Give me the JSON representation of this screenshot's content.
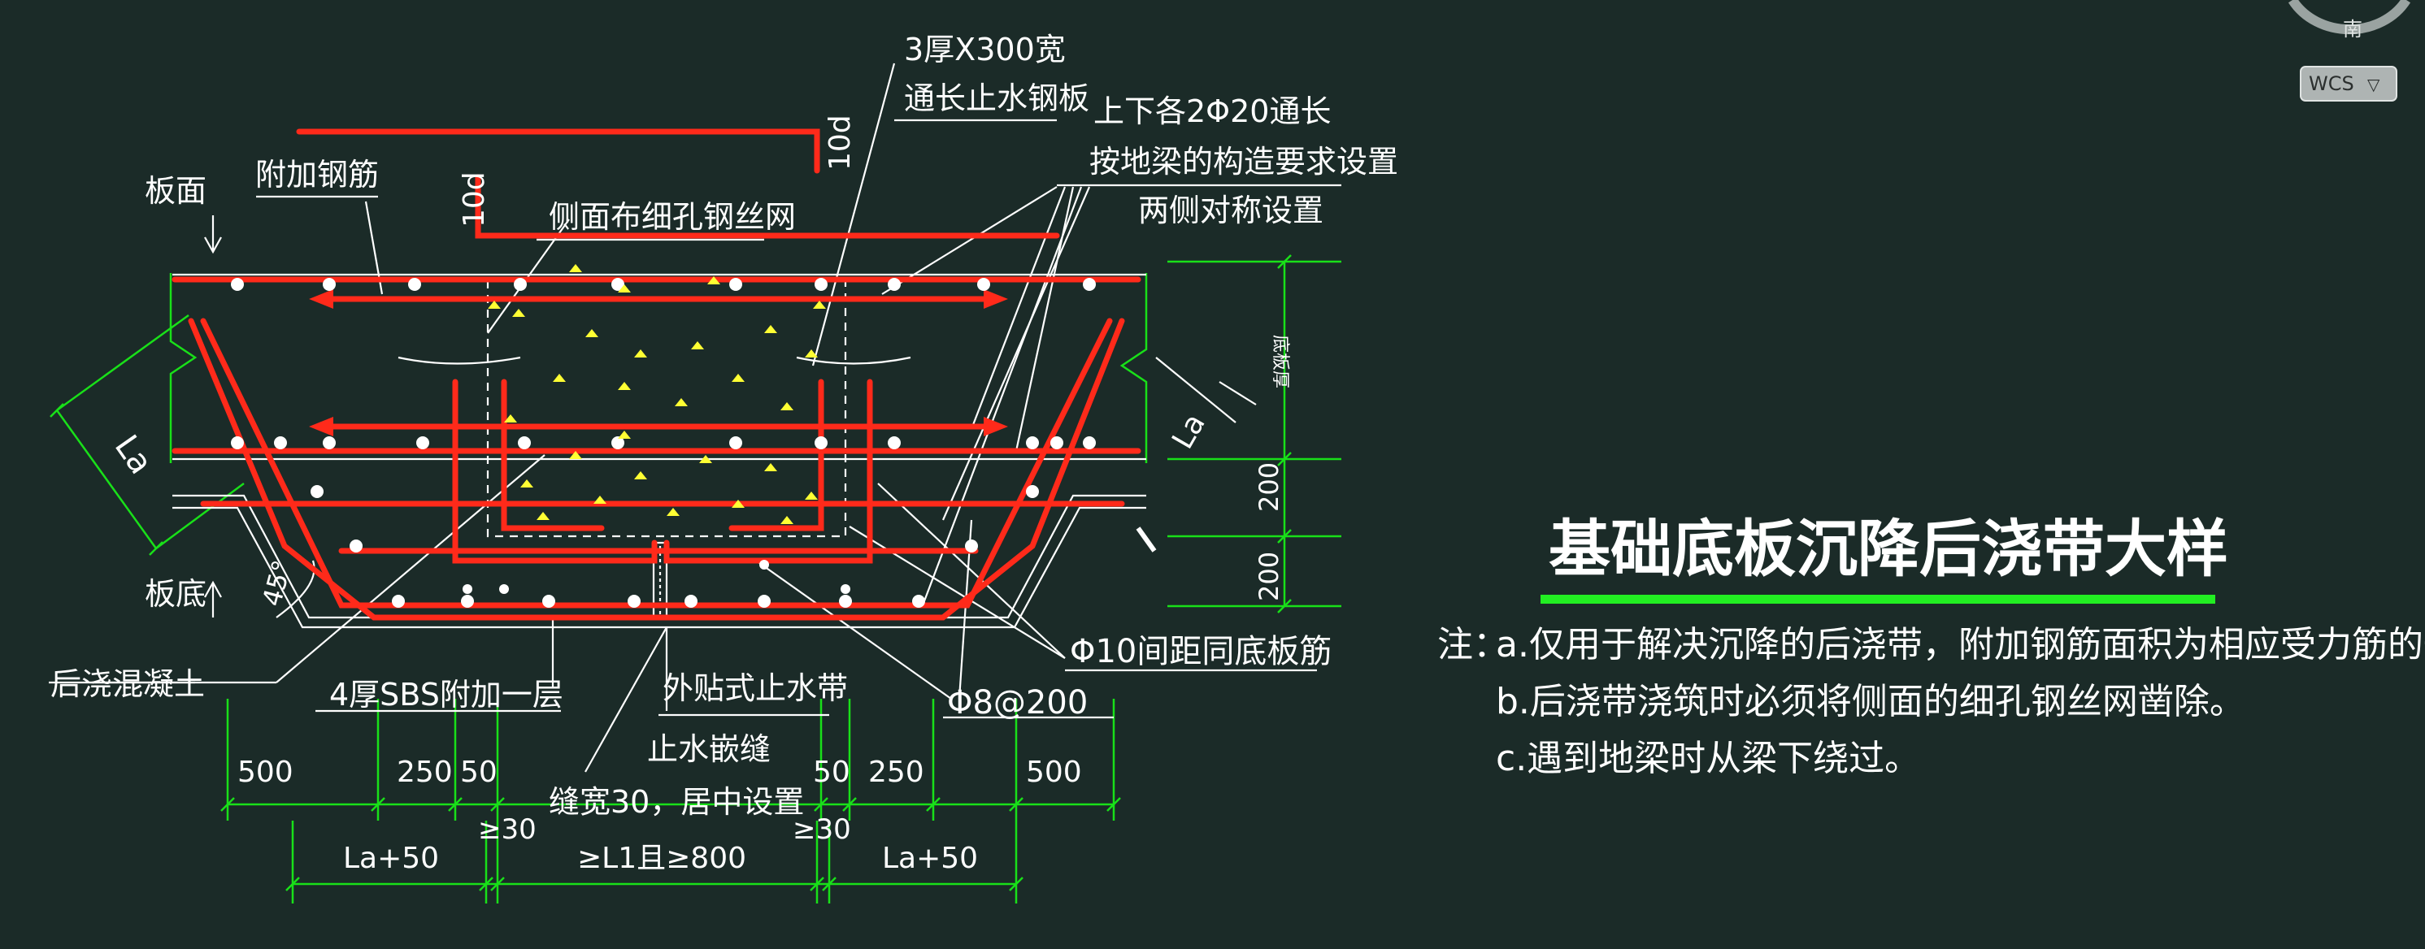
{
  "viewcube": {
    "compass_label": "南",
    "wcs_label": "WCS",
    "wcs_menu_glyph": "▽"
  },
  "drawing": {
    "title": "基础底板沉降后浇带大样",
    "notes": {
      "prefix": "注：",
      "a": "a.仅用于解决沉降的后浇带，附加钢筋面积为相应受力筋的一半。",
      "b": "b.后浇带浇筑时必须将侧面的细孔钢丝网凿除。",
      "c": "c.遇到地梁时从梁下绕过。"
    },
    "labels": {
      "waterstop_plate_1": "3厚X300宽",
      "waterstop_plate_2": "通长止水钢板",
      "beam_bars_1": "上下各2Φ20通长",
      "beam_bars_2": "按地梁的构造要求设置",
      "symmetric": "两侧对称设置",
      "slab_top": "板面",
      "extra_bars": "附加钢筋",
      "mesh": "侧面布细孔钢丝网",
      "dim_10d_a": "10d",
      "dim_10d_b": "10d",
      "la_left": "La",
      "la_right": "La",
      "slab_thickness": "底板厚",
      "dim_200_a": "200",
      "dim_200_b": "200",
      "angle_45": "45°",
      "slab_bottom": "板底",
      "post_pour_concrete": "后浇混凝土",
      "sbs_layer": "4厚SBS附加一层",
      "external_waterstop": "外贴式止水带",
      "waterstop_joint": "止水嵌缝",
      "joint_width": "缝宽30，居中设置",
      "bars_10": "Φ10间距同底板筋",
      "bars_8": "Φ8@200"
    },
    "dimensions": {
      "d500_left": "500",
      "d250_left": "250",
      "d50_left": "50",
      "d50_right": "50",
      "d250_right": "250",
      "d500_right": "500",
      "ge30_left": "≥30",
      "ge30_right": "≥30",
      "la50_left": "La+50",
      "l1_range": "≥L1且≥800",
      "la50_right": "La+50"
    }
  },
  "colors": {
    "background": "#1b2b28",
    "rebar": "#ff2a1a",
    "dimension": "#19e019",
    "linework": "#ffffff",
    "aggregate": "#ffff33",
    "title_underline": "#22ee22"
  }
}
